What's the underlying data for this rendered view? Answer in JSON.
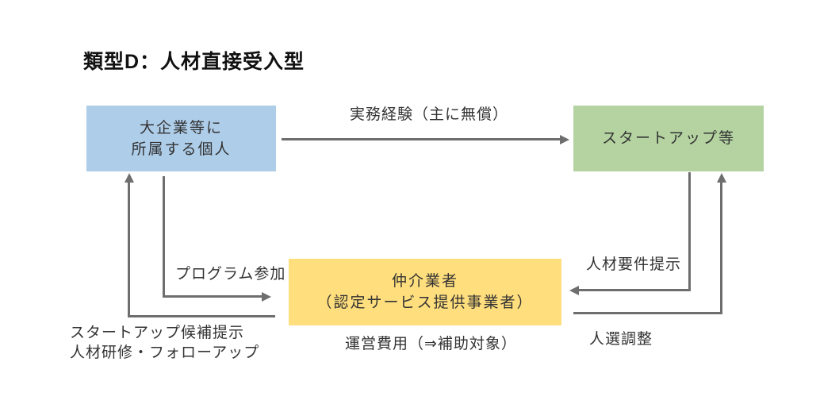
{
  "title": "類型D：人材直接受入型",
  "nodes": {
    "individual": {
      "lines": [
        "大企業等に",
        "所属する個人"
      ],
      "color": "#AECDE9"
    },
    "startup": {
      "lines": [
        "スタートアップ等"
      ],
      "color": "#B4D3A1"
    },
    "intermediary": {
      "lines": [
        "仲介業者",
        "（認定サービス提供事業者）"
      ],
      "color": "#FFDE7D"
    }
  },
  "edges": {
    "practical_experience": "実務経験（主に無償）",
    "program_participation": "プログラム参加",
    "hr_requirements": "人材要件提示",
    "personnel_adjustment": "人選調整",
    "operating_costs": "運営費用（⇒補助対象）",
    "candidates_line1": "スタートアップ候補提示",
    "candidates_line2": "人材研修・フォローアップ"
  },
  "colors": {
    "arrow": "#6e6e6e",
    "box_blue": "#AECDE9",
    "box_green": "#B4D3A1",
    "box_yellow": "#FFDE7D",
    "text": "#333333",
    "background": "#ffffff"
  }
}
